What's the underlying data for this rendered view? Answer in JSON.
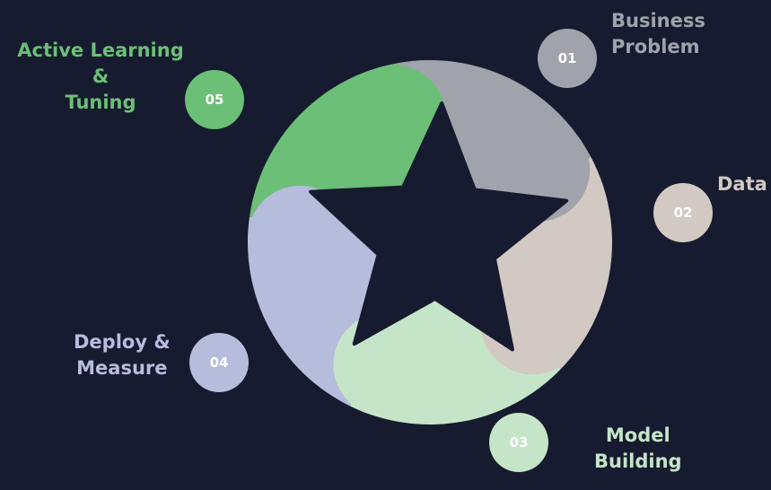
{
  "steps": [
    {
      "num": "01",
      "label_line1": "Business",
      "label_line2": "Problem",
      "color": "#a0a3ab"
    },
    {
      "num": "02",
      "label_line1": "Data",
      "label_line2": "",
      "color": "#d1c9c2"
    },
    {
      "num": "03",
      "label_line1": "Model",
      "label_line2": "Building",
      "color": "#c5e5c9"
    },
    {
      "num": "04",
      "label_line1": "Deploy &",
      "label_line2": "Measure",
      "color": "#b6bcdc"
    },
    {
      "num": "05",
      "label_line1": "Active Learning &",
      "label_line2": "Tuning",
      "color": "#6bbf77"
    }
  ],
  "background": "#171b2f"
}
